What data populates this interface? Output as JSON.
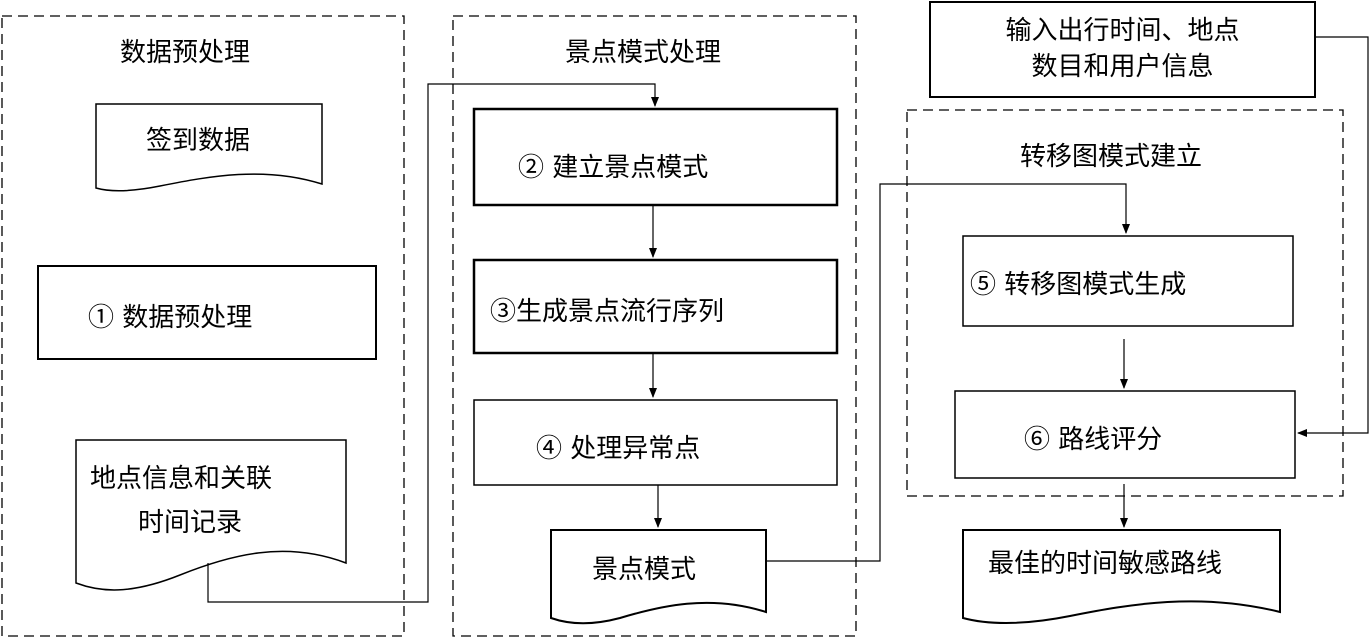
{
  "groups": {
    "preprocess": "数据预处理",
    "pattern": "景点模式处理",
    "transfer": "转移图模式建立"
  },
  "nodes": {
    "checkin_data": "签到数据",
    "step1": "① 数据预处理",
    "location_info_line1": "地点信息和关联",
    "location_info_line2": "时间记录",
    "step2": "② 建立景点模式",
    "step3": "③生成景点流行序列",
    "step4": "④ 处理异常点",
    "pattern_output": "景点模式",
    "user_input_line1": "输入出行时间、地点",
    "user_input_line2": "数目和用户信息",
    "step5": "⑤ 转移图模式生成",
    "step6": "⑥ 路线评分",
    "result": "最佳的时间敏感路线"
  },
  "colors": {
    "stroke": "#000000",
    "background": "#ffffff"
  }
}
